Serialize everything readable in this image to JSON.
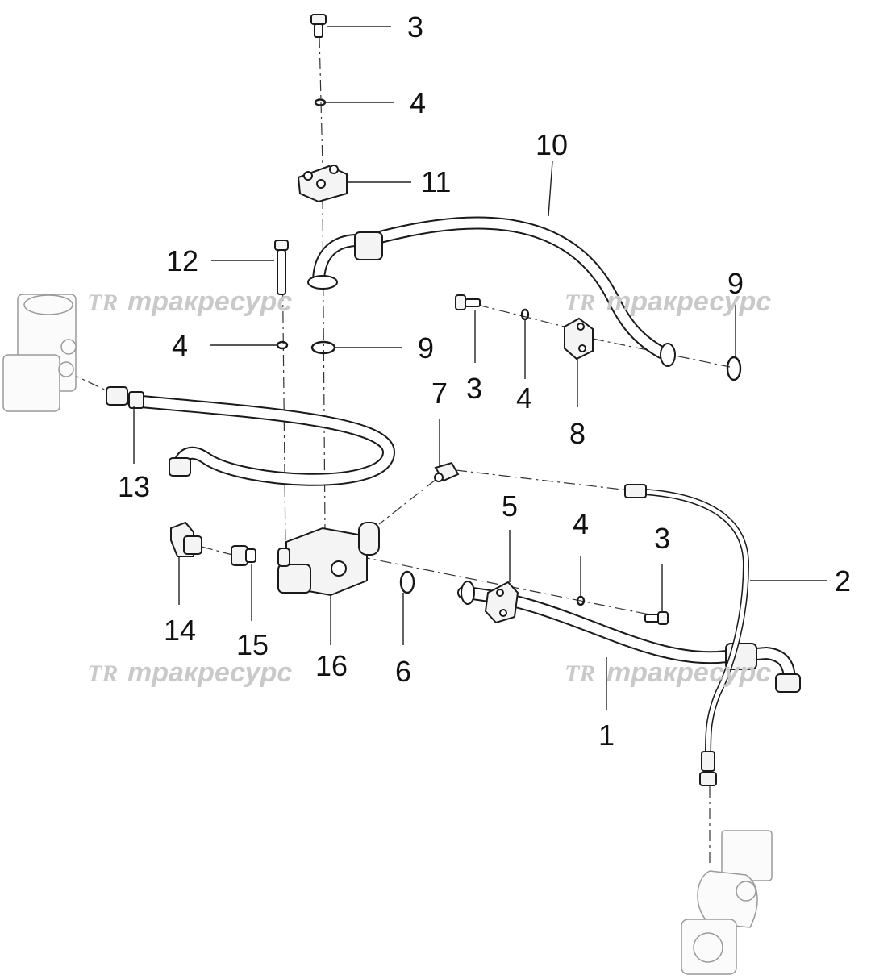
{
  "watermark": {
    "logo": "TR",
    "text": "тракресурс"
  },
  "callouts": [
    {
      "id": "c3-top",
      "label": "3"
    },
    {
      "id": "c4-top",
      "label": "4"
    },
    {
      "id": "c10",
      "label": "10"
    },
    {
      "id": "c11",
      "label": "11"
    },
    {
      "id": "c12",
      "label": "12"
    },
    {
      "id": "c9-right",
      "label": "9"
    },
    {
      "id": "c4-left",
      "label": "4"
    },
    {
      "id": "c9-center",
      "label": "9"
    },
    {
      "id": "c7",
      "label": "7"
    },
    {
      "id": "c3-mid",
      "label": "3"
    },
    {
      "id": "c4-mid",
      "label": "4"
    },
    {
      "id": "c8",
      "label": "8"
    },
    {
      "id": "c13",
      "label": "13"
    },
    {
      "id": "c5",
      "label": "5"
    },
    {
      "id": "c4-low",
      "label": "4"
    },
    {
      "id": "c3-low",
      "label": "3"
    },
    {
      "id": "c2",
      "label": "2"
    },
    {
      "id": "c14",
      "label": "14"
    },
    {
      "id": "c15",
      "label": "15"
    },
    {
      "id": "c16",
      "label": "16"
    },
    {
      "id": "c6",
      "label": "6"
    },
    {
      "id": "c1",
      "label": "1"
    }
  ]
}
